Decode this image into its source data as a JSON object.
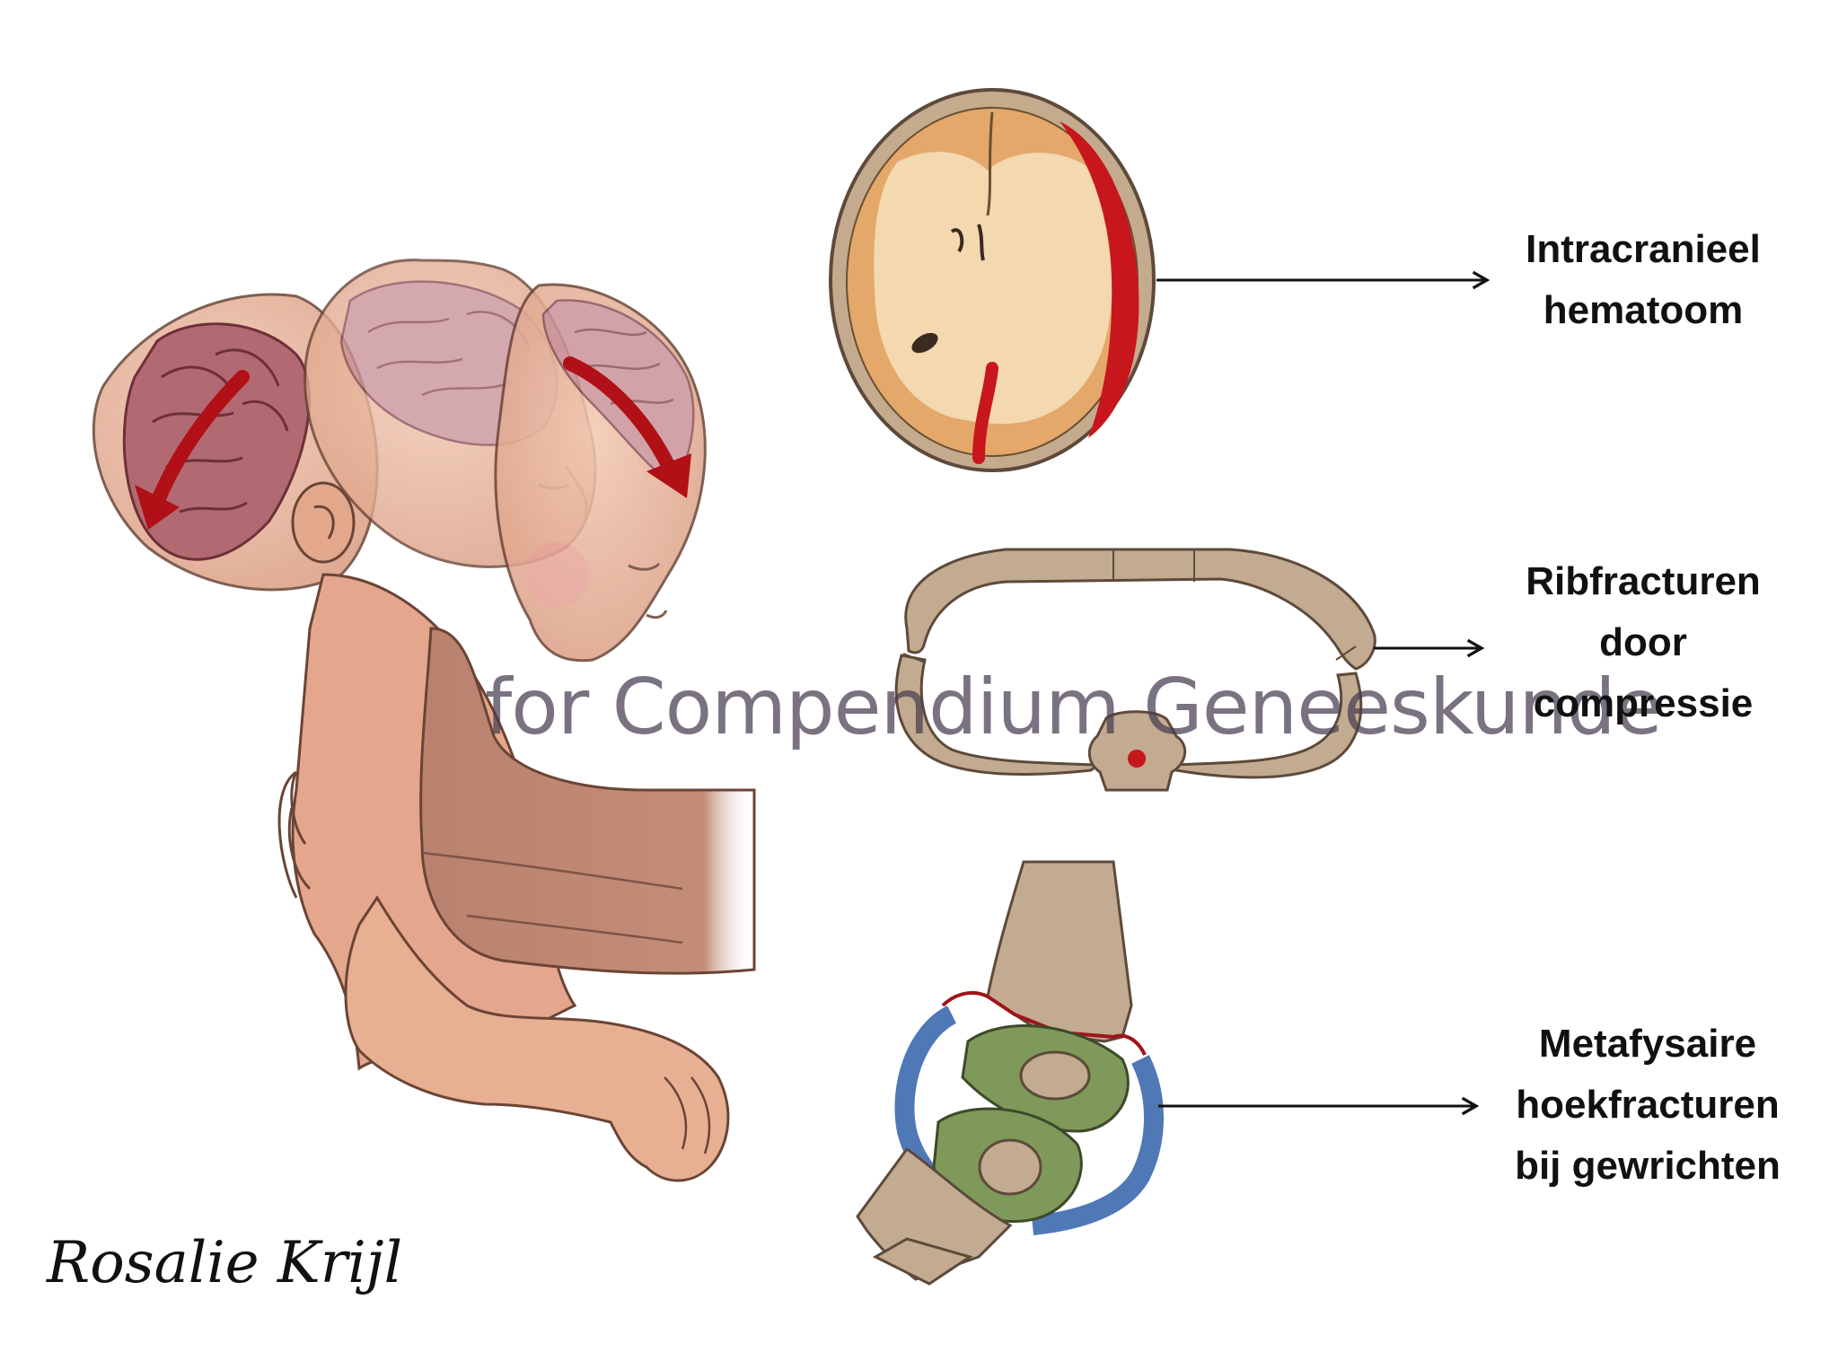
{
  "labels": {
    "hematoma": [
      "Intracranieel",
      "hematoom"
    ],
    "rib_fractures": [
      "Ribfracturen",
      "door",
      "compressie"
    ],
    "metaphyseal": [
      "Metafysaire",
      "hoekfracturen",
      "bij gewrichten"
    ]
  },
  "watermark": "for Compendium Geneeskunde",
  "signature": "Rosalie Krijl",
  "colors": {
    "skin": "#e8b49a",
    "skin_dark": "#c98a72",
    "brain": "#c9808a",
    "brain_dark": "#a35660",
    "bleed": "#c8161d",
    "cortex": "#e3a86a",
    "white_matter": "#f3d8b0",
    "skull": "#c4ab8e",
    "bone": "#c2ab90",
    "cartilage_green": "#7f995a",
    "periosteum_blue": "#4f78b7",
    "line": "#111111"
  },
  "icons": [
    "rotation-arrow-icon",
    "pointer-arrow-icon"
  ]
}
